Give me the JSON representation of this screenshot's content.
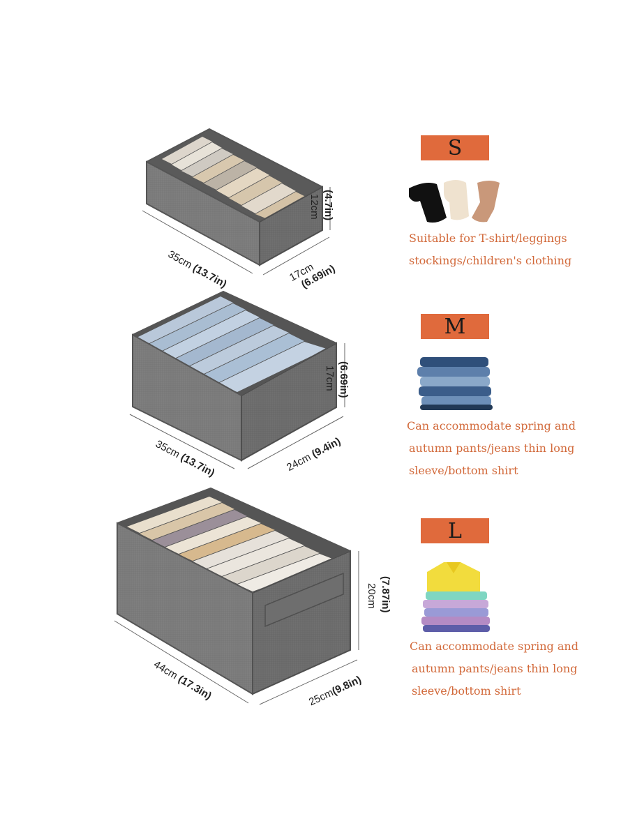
{
  "accent_color": "#e06a3c",
  "organizers": [
    {
      "size": "S",
      "length": "35cm",
      "length_in": "(13.7in)",
      "width": "17cm",
      "width_in": "(6.69in)",
      "height": "12cm",
      "height_in": "(4.7in)",
      "item_icon": "leggings-stockings-icon",
      "description": [
        "Suitable for T-shirt/leggings",
        "stockings/children's clothing"
      ]
    },
    {
      "size": "M",
      "length": "35cm",
      "length_in": "(13.7in)",
      "width": "24cm",
      "width_in": "(9.4in)",
      "height": "17cm",
      "height_in": "(6.69in)",
      "item_icon": "folded-jeans-icon",
      "description": [
        "Can accommodate spring and",
        "autumn pants/jeans thin long",
        "sleeve/bottom shirt"
      ]
    },
    {
      "size": "L",
      "length": "44cm",
      "length_in": "(17.3in)",
      "width": "25cm",
      "width_in": "(9.8in)",
      "height": "20cm",
      "height_in": "(7.87in)",
      "item_icon": "folded-polo-shirts-icon",
      "description": [
        "Can accommodate spring and",
        "autumn pants/jeans thin long",
        "sleeve/bottom shirt"
      ]
    }
  ]
}
